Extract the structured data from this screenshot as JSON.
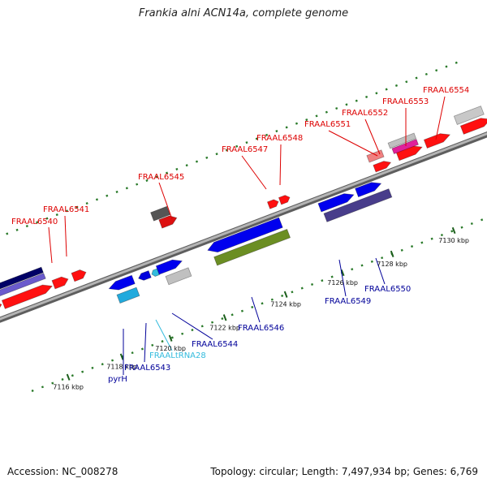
{
  "title": "Frankia alni ACN14a, complete genome",
  "footer": {
    "accession": "Accession: NC_008278",
    "summary": "Topology: circular; Length: 7,497,934 bp; Genes: 6,769"
  },
  "colors": {
    "backbone": "#8c8c8c",
    "tick": "#2a7a2a",
    "gene_red": "#ff0000",
    "gene_blue": "#0000ee",
    "label_red": "#dd0000",
    "label_blue": "#000099",
    "label_trna": "#33bbdd"
  },
  "ticks": [
    {
      "kbp": 7116,
      "label": "7116 kbp"
    },
    {
      "kbp": 7118,
      "label": "7118 kbp"
    },
    {
      "kbp": 7120,
      "label": "7120 kbp"
    },
    {
      "kbp": 7122,
      "label": "7122 kbp"
    },
    {
      "kbp": 7124,
      "label": "7124 kbp"
    },
    {
      "kbp": 7126,
      "label": "7126 kbp"
    },
    {
      "kbp": 7128,
      "label": "7128 kbp"
    },
    {
      "kbp": 7130,
      "label": "7130 kbp"
    }
  ],
  "top_labels": [
    "FRAAL6540",
    "FRAAL6541",
    "FRAAL6545",
    "FRAAL6547",
    "FRAAL6548",
    "FRAAL6551",
    "FRAAL6552",
    "FRAAL6553",
    "FRAAL6554"
  ],
  "bottom_labels": [
    "pyrH",
    "FRAAL6543",
    "FRAALtRNA28",
    "FRAAL6544",
    "FRAAL6546",
    "FRAAL6549",
    "FRAAL6550"
  ]
}
